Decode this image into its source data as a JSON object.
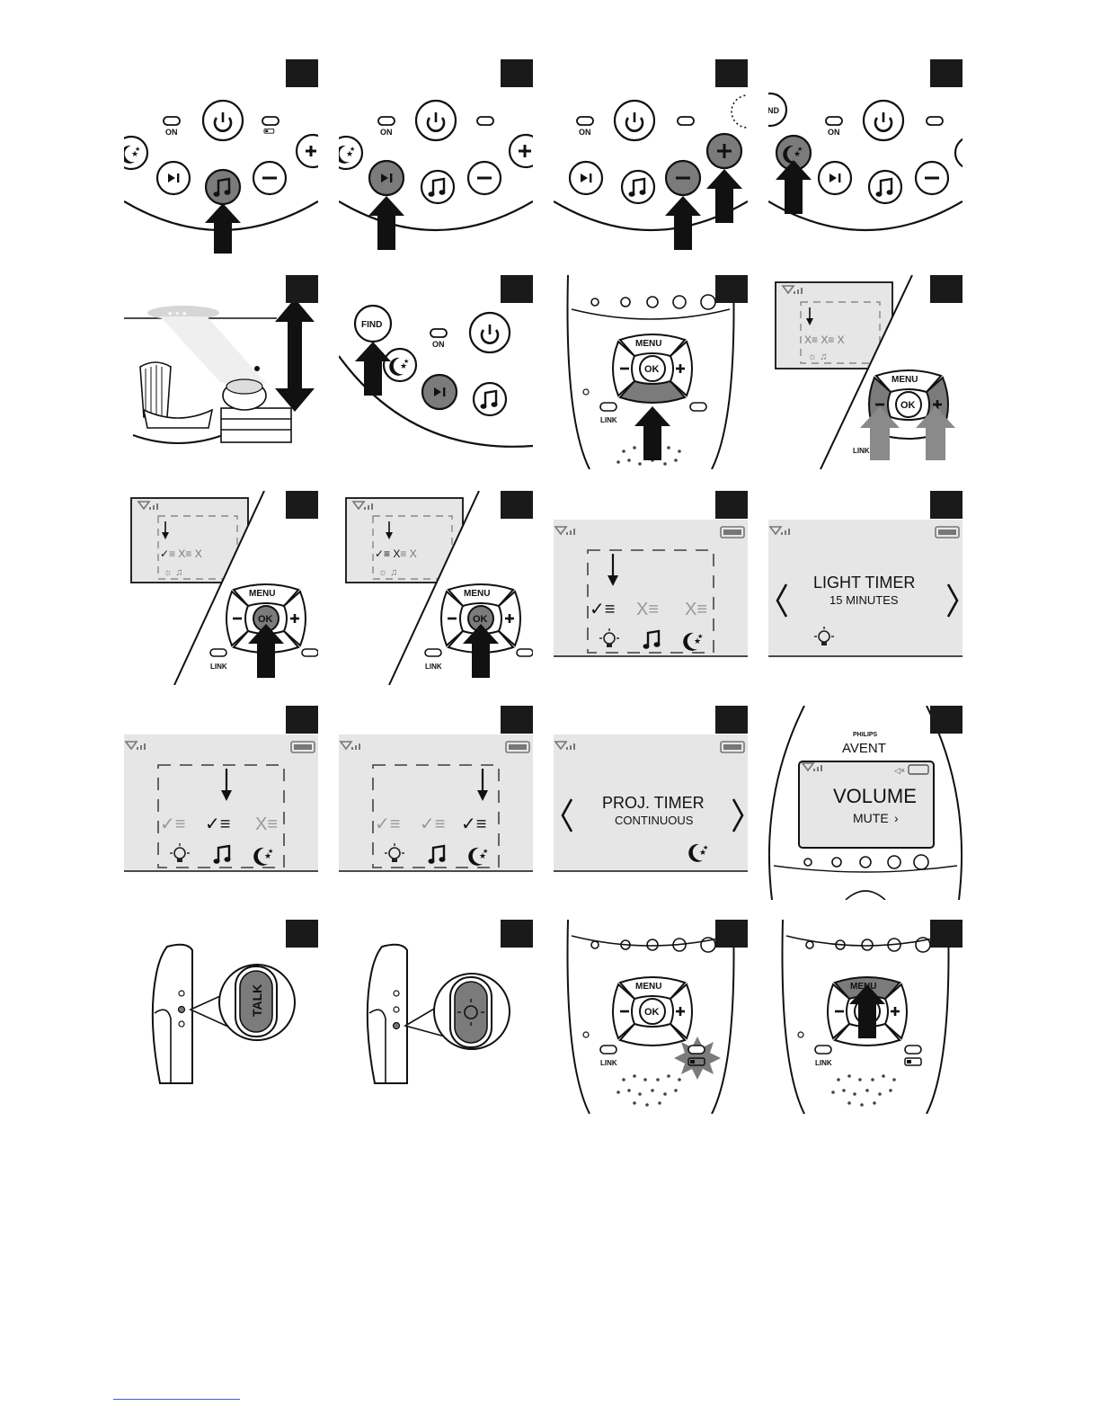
{
  "labels": {
    "on": "ON",
    "find": "FIND",
    "menu": "MENU",
    "ok": "OK",
    "link": "LINK",
    "talk": "TALK",
    "brand_top": "PHILIPS",
    "brand_name": "AVENT"
  },
  "screens": {
    "light_timer_title": "LIGHT TIMER",
    "light_timer_value": "15 MINUTES",
    "proj_timer_title": "PROJ. TIMER",
    "proj_timer_value": "CONTINUOUS",
    "volume_title": "VOLUME",
    "volume_value": "MUTE"
  },
  "colors": {
    "highlight": "#7b7b7b",
    "line": "#1a1a1a",
    "screen": "#e6e6e6",
    "footer_rule": "#3a5fcf"
  },
  "icons": [
    "power-icon",
    "music-note-icon",
    "play-pause-icon",
    "plus-icon",
    "minus-icon",
    "moon-stars-icon",
    "battery-icon",
    "signal-icon",
    "light-bulb-icon",
    "arrow-up-icon"
  ]
}
